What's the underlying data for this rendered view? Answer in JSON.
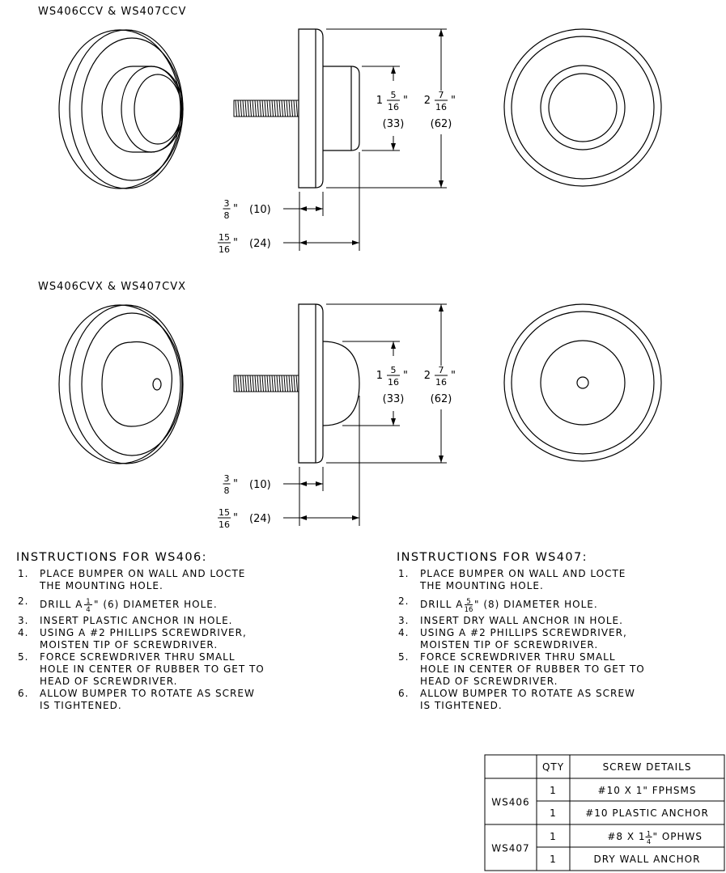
{
  "views": [
    {
      "id": "ccv",
      "title": "WS406CCV & WS407CCV",
      "bumper_profile": "concave",
      "dimensions": {
        "bumper_height": {
          "whole": "1",
          "num": "5",
          "den": "16",
          "unit": "\"",
          "metric": "(33)"
        },
        "base_height": {
          "whole": "2",
          "num": "7",
          "den": "16",
          "unit": "\"",
          "metric": "(62)"
        },
        "base_thickness": {
          "num": "3",
          "den": "8",
          "unit": "\"",
          "metric": "(10)"
        },
        "overall_depth": {
          "num": "15",
          "den": "16",
          "unit": "\"",
          "metric": "(24)"
        }
      }
    },
    {
      "id": "cvx",
      "title": "WS406CVX & WS407CVX",
      "bumper_profile": "convex",
      "dimensions": {
        "bumper_height": {
          "whole": "1",
          "num": "5",
          "den": "16",
          "unit": "\"",
          "metric": "(33)"
        },
        "base_height": {
          "whole": "2",
          "num": "7",
          "den": "16",
          "unit": "\"",
          "metric": "(62)"
        },
        "base_thickness": {
          "num": "3",
          "den": "8",
          "unit": "\"",
          "metric": "(10)"
        },
        "overall_depth": {
          "num": "15",
          "den": "16",
          "unit": "\"",
          "metric": "(24)"
        }
      }
    }
  ],
  "instructions": [
    {
      "title": "INSTRUCTIONS FOR WS406:",
      "steps": [
        {
          "n": "1.",
          "lines": [
            "PLACE BUMPER ON WALL AND LOCTE",
            "THE MOUNTING HOLE."
          ]
        },
        {
          "n": "2.",
          "pre": "DRILL A",
          "frac_num": "1",
          "frac_den": "4",
          "post": "\" (6) DIAMETER HOLE."
        },
        {
          "n": "3.",
          "lines": [
            "INSERT PLASTIC ANCHOR IN HOLE."
          ]
        },
        {
          "n": "4.",
          "lines": [
            "USING A #2 PHILLIPS SCREWDRIVER,",
            "MOISTEN TIP OF SCREWDRIVER."
          ]
        },
        {
          "n": "5.",
          "lines": [
            "FORCE SCREWDRIVER THRU SMALL",
            "HOLE IN CENTER OF RUBBER TO GET TO",
            "HEAD OF SCREWDRIVER."
          ]
        },
        {
          "n": "6.",
          "lines": [
            "ALLOW BUMPER TO ROTATE AS SCREW",
            "IS TIGHTENED."
          ]
        }
      ]
    },
    {
      "title": "INSTRUCTIONS FOR WS407:",
      "steps": [
        {
          "n": "1.",
          "lines": [
            "PLACE BUMPER ON WALL AND LOCTE",
            "THE MOUNTING HOLE."
          ]
        },
        {
          "n": "2.",
          "pre": "DRILL A",
          "frac_num": "5",
          "frac_den": "16",
          "post": "\" (8) DIAMETER HOLE."
        },
        {
          "n": "3.",
          "lines": [
            "INSERT DRY WALL ANCHOR IN HOLE."
          ]
        },
        {
          "n": "4.",
          "lines": [
            "USING A #2 PHILLIPS SCREWDRIVER,",
            "MOISTEN TIP OF SCREWDRIVER."
          ]
        },
        {
          "n": "5.",
          "lines": [
            "FORCE SCREWDRIVER THRU SMALL",
            "HOLE IN CENTER OF RUBBER TO GET TO",
            "HEAD OF SCREWDRIVER."
          ]
        },
        {
          "n": "6.",
          "lines": [
            "ALLOW BUMPER TO ROTATE AS SCREW",
            "IS TIGHTENED."
          ]
        }
      ]
    }
  ],
  "screw_table": {
    "headers": [
      "",
      "QTY",
      "SCREW DETAILS"
    ],
    "groups": [
      {
        "model": "WS406",
        "rows": [
          {
            "qty": "1",
            "detail": "#10 X 1\" FPHSMS"
          },
          {
            "qty": "1",
            "detail": "#10 PLASTIC ANCHOR"
          }
        ]
      },
      {
        "model": "WS407",
        "rows": [
          {
            "qty": "1",
            "detail_pre": "#8 X 1",
            "frac_num": "1",
            "frac_den": "4",
            "detail_post": "\" OPHWS"
          },
          {
            "qty": "1",
            "detail": "DRY WALL ANCHOR"
          }
        ]
      }
    ]
  }
}
